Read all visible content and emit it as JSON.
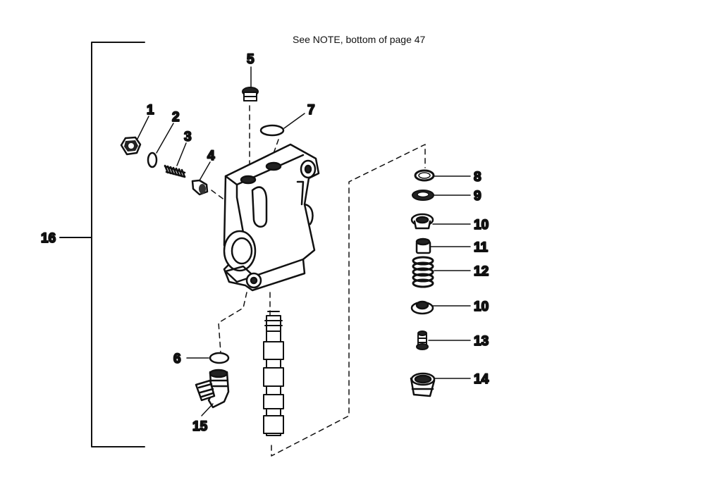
{
  "note": "See NOTE, bottom of page 47",
  "callouts": {
    "c1": "1",
    "c2": "2",
    "c3": "3",
    "c4": "4",
    "c5": "5",
    "c6": "6",
    "c7": "7",
    "c8": "8",
    "c9": "9",
    "c10a": "10",
    "c11": "11",
    "c12": "12",
    "c10b": "10",
    "c13": "13",
    "c14": "14",
    "c15": "15",
    "c16": "16"
  },
  "ink_color": "#111111"
}
